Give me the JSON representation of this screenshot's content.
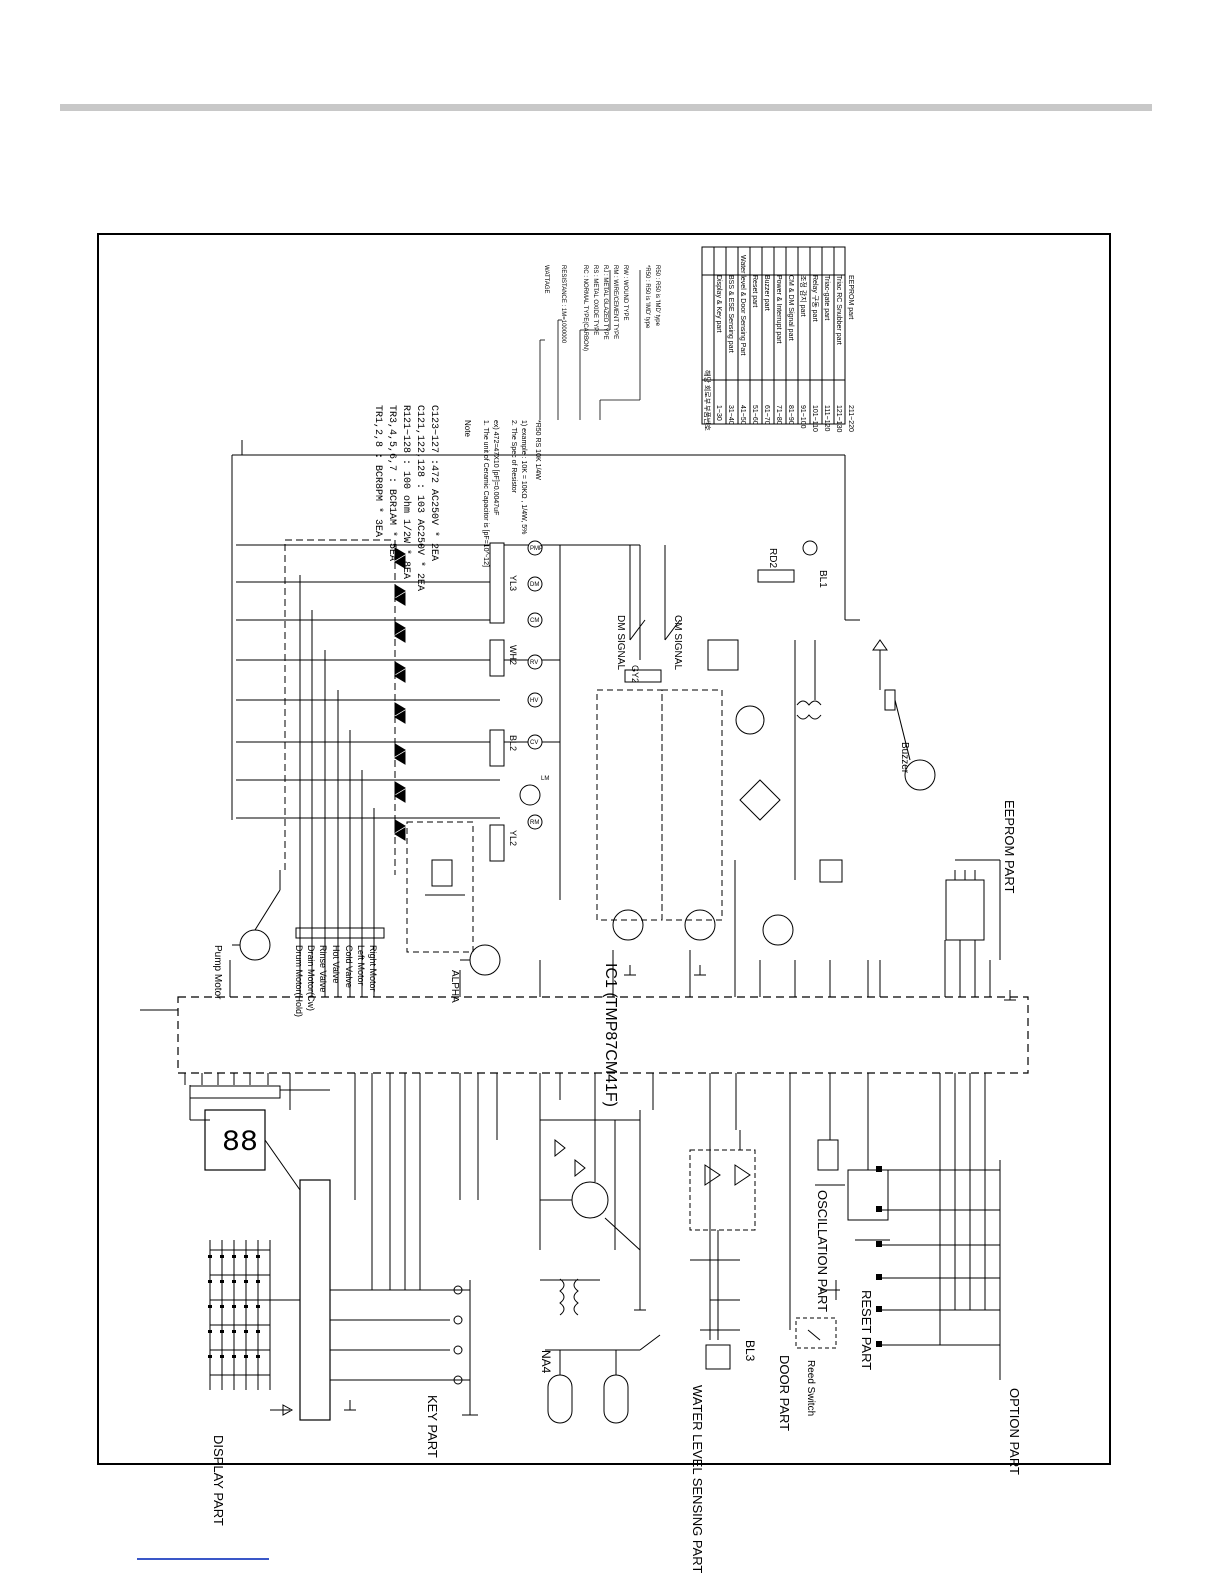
{
  "header": {
    "rule_color": "#c8c8c8"
  },
  "footer": {
    "link_color": "#3a57c8"
  },
  "ic1": {
    "label": "IC1 (TMP87CM41F)"
  },
  "sections": {
    "display": "DISPLAY PART",
    "key": "KEY PART",
    "water_level": "WATER LEVEL SENSING PART",
    "door": "DOOR PART",
    "reset": "RESET PART",
    "oscillation": "OSCILLATION PART",
    "option": "OPTION PART",
    "eeprom": "EEPROM PART"
  },
  "signals": {
    "dm": "DM SIGNAL",
    "cm": "CM SIGNAL",
    "alpha": "ALPHA",
    "buzzer": "Buzzer",
    "reed": "Reed Switch",
    "na4": "NA4",
    "bl3": "BL3"
  },
  "loads": {
    "pump": "Pump Motor",
    "items": [
      "Drum Motor(Hold)",
      "Drain Motor(Cw)",
      "Rinse Valve",
      "Hot Valve",
      "Cold Valve",
      "Left Motor",
      "Right Motor"
    ]
  },
  "connectors": [
    "YL2",
    "BL2",
    "WH2",
    "YL3",
    "GY2",
    "RD2",
    "BL1"
  ],
  "motors": [
    "DM",
    "CM",
    "RM",
    "HV",
    "CV",
    "RV",
    "LM",
    "PMP"
  ],
  "notes": {
    "tr_lines": [
      "TR1,2,8 : BCR8PM * 3EA",
      "TR3,4,5,6,7 : BCR1AM * 5EA",
      "R121~128 : 100 ohm 1/2W * 8EA",
      "C121,122,128 : 103 AC250V * 2EA",
      "C123~127 :472 AC250V * 2EA"
    ],
    "title": "Note",
    "lines": [
      "1. The unit of Ceramic Capacitor is [pF=10^-12]",
      "ex) 472=47X10 [pF]=0.0047uF",
      "2. The Spec of Resistor",
      "1) example : 10K = 10KΩ , 1/4W, 5%",
      "*R50 RS 10K 1/4W",
      "WATTAGE",
      "RESISTANCE : 1M=1000000",
      "RC : NORMAL TYPE(CARBON)",
      "RS : METAL OXIDE TYPE",
      "RJ : METAL GLAZED TYPE",
      "RM : WIRE/CEMENT TYPE",
      "RW : WOUND TYPE",
      "*R50 : R50 is 'IMD' type",
      "R50 : R50 is 'IMD' type"
    ]
  },
  "part_table": {
    "headers": [
      "부품번호",
      "해당 회로부"
    ],
    "rows": [
      [
        "1~30",
        "Display & Key part"
      ],
      [
        "31~40",
        "BSS & ESE Sensing part"
      ],
      [
        "41~50",
        "Water level & Door Sensing Part"
      ],
      [
        "51~60",
        "Reset part"
      ],
      [
        "61~70",
        "Buzzer part"
      ],
      [
        "71~80",
        "Power & Interrupt part"
      ],
      [
        "81~90",
        "CM & DM Signal part"
      ],
      [
        "91~100",
        "조정 감지 part"
      ],
      [
        "101~110",
        "Relay 구동 part"
      ],
      [
        "111~120",
        "Triac-gate part"
      ],
      [
        "121~130",
        "Triac RC Snubber part"
      ],
      [
        "211~220",
        "EEPROM part"
      ]
    ]
  }
}
